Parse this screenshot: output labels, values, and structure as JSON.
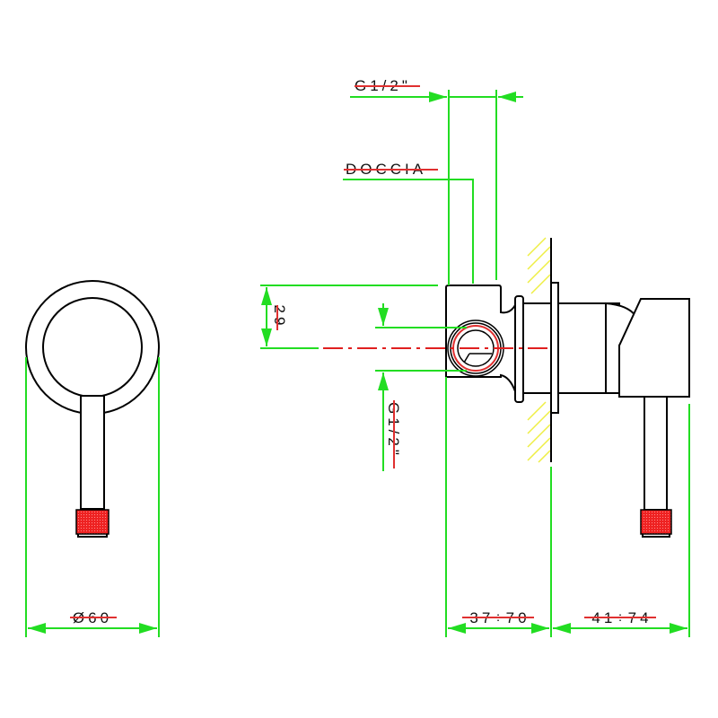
{
  "drawing": {
    "labels": {
      "diameter": "Ø60",
      "thread_top": "G1/2\"",
      "outlet": "DOCCIA",
      "offset": "29",
      "thread_side": "G1/2\"",
      "depth_body": "37÷70",
      "depth_handle": "41÷74"
    },
    "colors": {
      "dimension": "#22dd22",
      "centerline": "#e02020",
      "knurl": "#ee2222",
      "wall_hatch": "#eeee44"
    }
  }
}
